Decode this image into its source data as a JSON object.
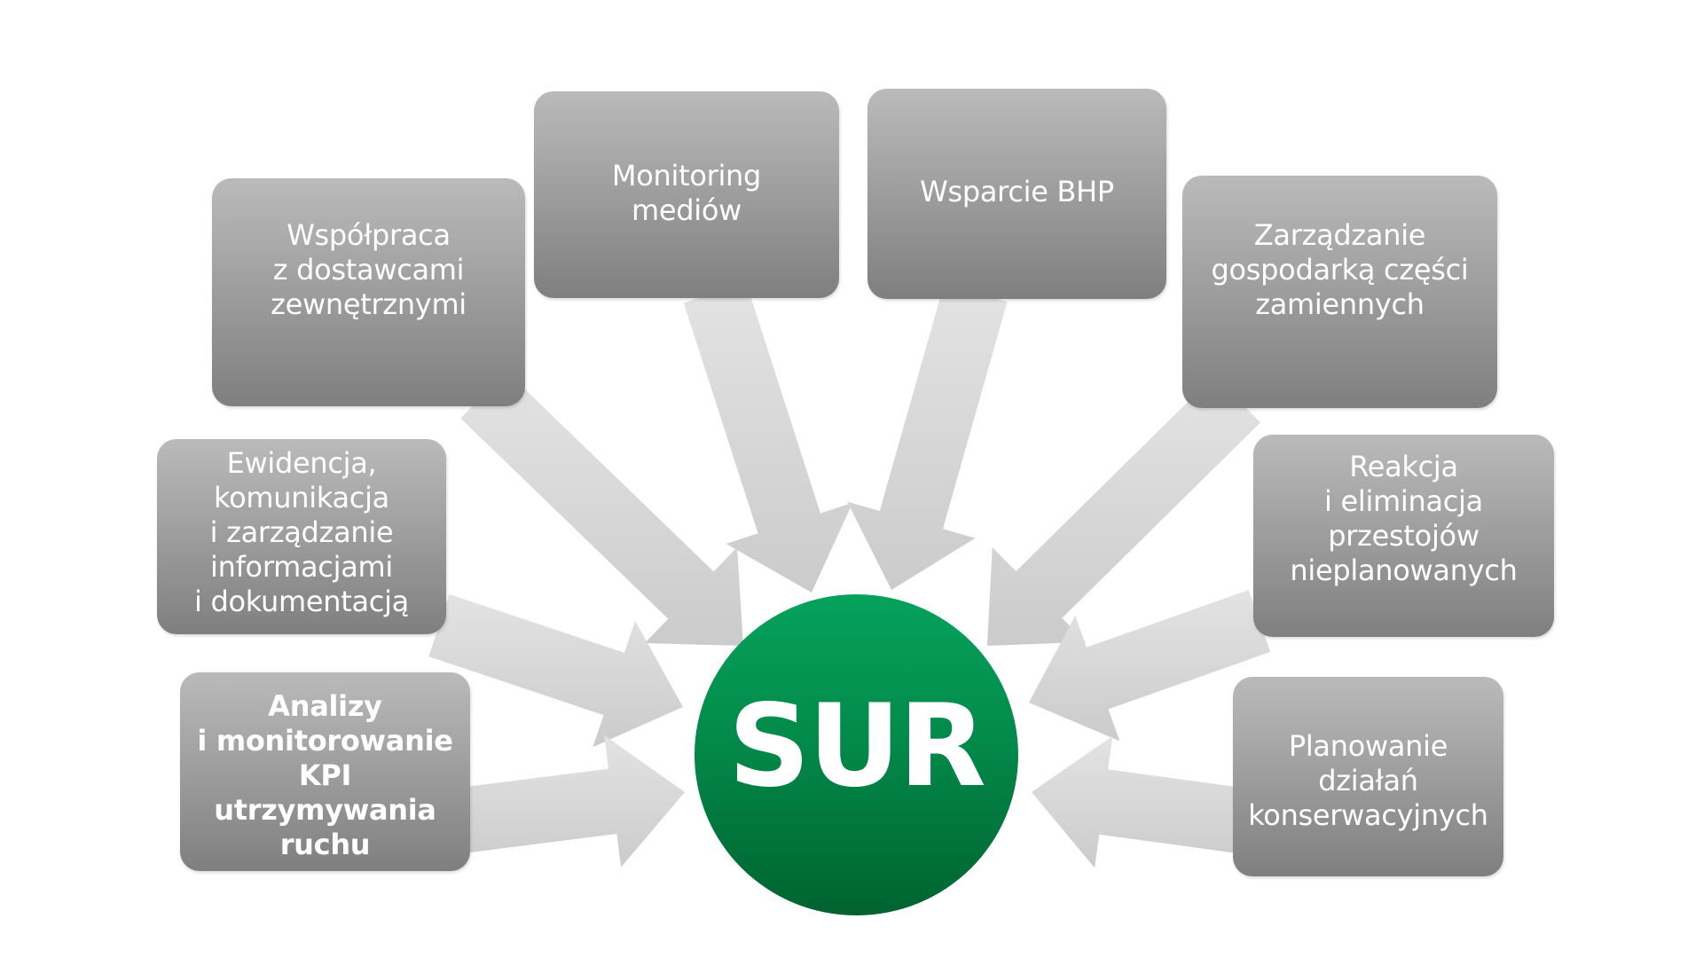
{
  "diagram": {
    "center": {
      "label": "SUR",
      "color_top": "#05a25c",
      "color_bottom": "#00632f"
    },
    "arrow_color": "#d4d4d4",
    "box_gradient": {
      "top": "#bababa",
      "bottom": "#7f7f7f"
    },
    "nodes": [
      {
        "id": "wspolpraca",
        "label": "Współpraca\nz dostawcami\nzewnętrznymi",
        "bold": false
      },
      {
        "id": "monitoring",
        "label": "Monitoring\nmediów",
        "bold": false
      },
      {
        "id": "bhp",
        "label": "Wsparcie BHP",
        "bold": false
      },
      {
        "id": "zarzadzanie",
        "label": "Zarządzanie\ngospodarką części\nzamiennych",
        "bold": false
      },
      {
        "id": "ewidencja",
        "label": "Ewidencja,\nkomunikacja\ni zarządzanie\ninformacjami\ni dokumentacją",
        "bold": false
      },
      {
        "id": "reakcja",
        "label": "Reakcja\ni eliminacja\nprzestojów\nnieplanowanych",
        "bold": false
      },
      {
        "id": "analizy",
        "label": "Analizy\ni monitorowanie\nKPI\nutrzymywania\nruchu",
        "bold": true
      },
      {
        "id": "planowanie",
        "label": "Planowanie\ndziałań\nkonserwacyjnych",
        "bold": false
      }
    ]
  }
}
